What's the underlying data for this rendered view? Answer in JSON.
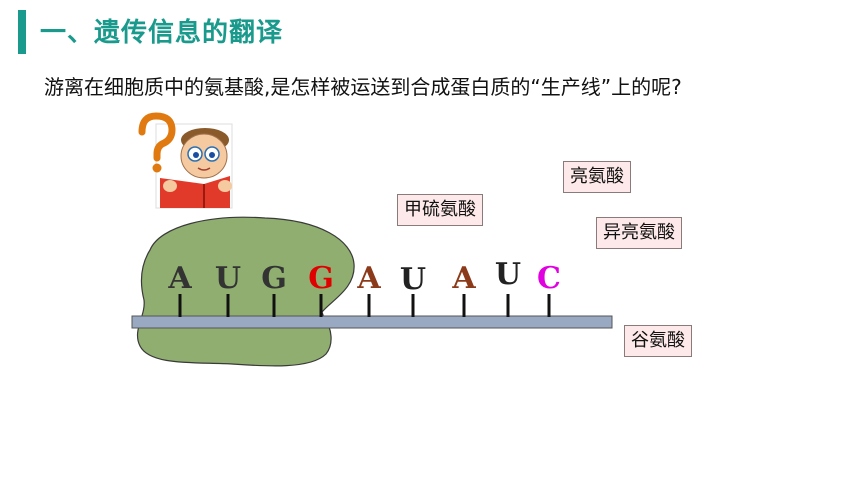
{
  "title": "一、遗传信息的翻译",
  "question": "游离在细胞质中的氨基酸,是怎样被运送到合成蛋白质的“生产线”上的呢?",
  "amino_acids": [
    "亮氨酸",
    "甲硫氨酸",
    "异亮氨酸",
    "谷氨酸"
  ],
  "mrna_bases": [
    {
      "letter": "A",
      "color": "#333333"
    },
    {
      "letter": "U",
      "color": "#333333"
    },
    {
      "letter": "G",
      "color": "#333333"
    },
    {
      "letter": "G",
      "color": "#e00000"
    },
    {
      "letter": "A",
      "color": "#8b3a1a"
    },
    {
      "letter": "U",
      "color": "#222222"
    },
    {
      "letter": "A",
      "color": "#8b3a1a"
    },
    {
      "letter": "U",
      "color": "#222222"
    },
    {
      "letter": "C",
      "color": "#e000e0"
    }
  ],
  "colors": {
    "accent": "#1a9a8c",
    "ribosome": "#8fae6f",
    "mrna_strand": "#9aa9c2",
    "tag_bg": "#fde9e9"
  },
  "icons": [
    "thinking-boy-icon",
    "question-mark-icon"
  ]
}
